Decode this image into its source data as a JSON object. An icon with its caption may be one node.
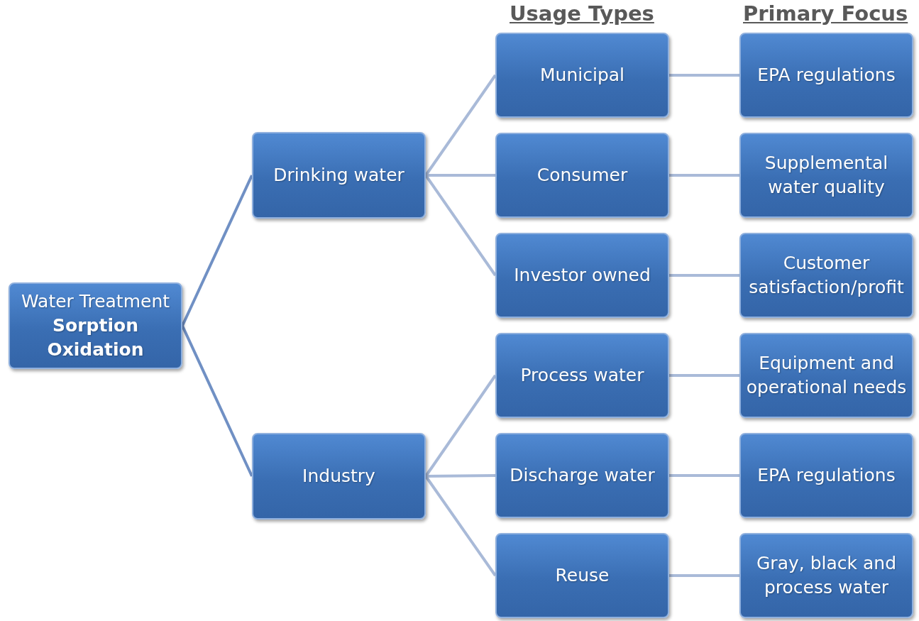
{
  "diagram": {
    "nodes": [
      {
        "text": [
          "Water Treatment **Sorption Oxidation**"
        ]
      },
      {
        "text": [
          "Drinking water"
        ]
      },
      {
        "text": [
          "Industry"
        ]
      },
      {
        "text": [
          "Municipal"
        ]
      },
      {
        "text": [
          "Consumer"
        ]
      },
      {
        "text": [
          "Investor owned"
        ]
      },
      {
        "text": [
          "Process water"
        ]
      },
      {
        "text": [
          "Discharge water"
        ]
      },
      {
        "text": [
          "Reuse"
        ]
      },
      {
        "text": [
          "EPA regulations"
        ]
      },
      {
        "text": [
          "Supplemental water quality"
        ]
      },
      {
        "text": [
          "Customer satisfaction/profit"
        ]
      },
      {
        "text": [
          "Equipment and operational needs"
        ]
      },
      {
        "text": [
          "EPA regulations"
        ]
      },
      {
        "text": [
          "Gray, black  and process water"
        ]
      }
    ],
    "edges": [
      {
        "from": 0,
        "to": 1,
        "arrow": "none",
        "color": "#7090c4"
      },
      {
        "from": 0,
        "to": 2,
        "arrow": "none",
        "color": "#7090c4"
      },
      {
        "from": 1,
        "to": 3,
        "arrow": "none"
      },
      {
        "from": 1,
        "to": 4,
        "arrow": "none"
      },
      {
        "from": 1,
        "to": 5,
        "arrow": "none"
      },
      {
        "from": 2,
        "to": 6,
        "arrow": "none"
      },
      {
        "from": 2,
        "to": 7,
        "arrow": "none"
      },
      {
        "from": 2,
        "to": 8,
        "arrow": "none"
      },
      {
        "from": 3,
        "to": 9,
        "arrow": "none"
      },
      {
        "from": 4,
        "to": 10,
        "arrow": "none"
      },
      {
        "from": 5,
        "to": 11,
        "arrow": "none"
      },
      {
        "from": 6,
        "to": 12,
        "arrow": "none"
      },
      {
        "from": 7,
        "to": 13,
        "arrow": "none"
      },
      {
        "from": 8,
        "to": 14,
        "arrow": "none"
      }
    ],
    "labels": [
      "Usage Types",
      "Primary Focus"
    ]
  }
}
